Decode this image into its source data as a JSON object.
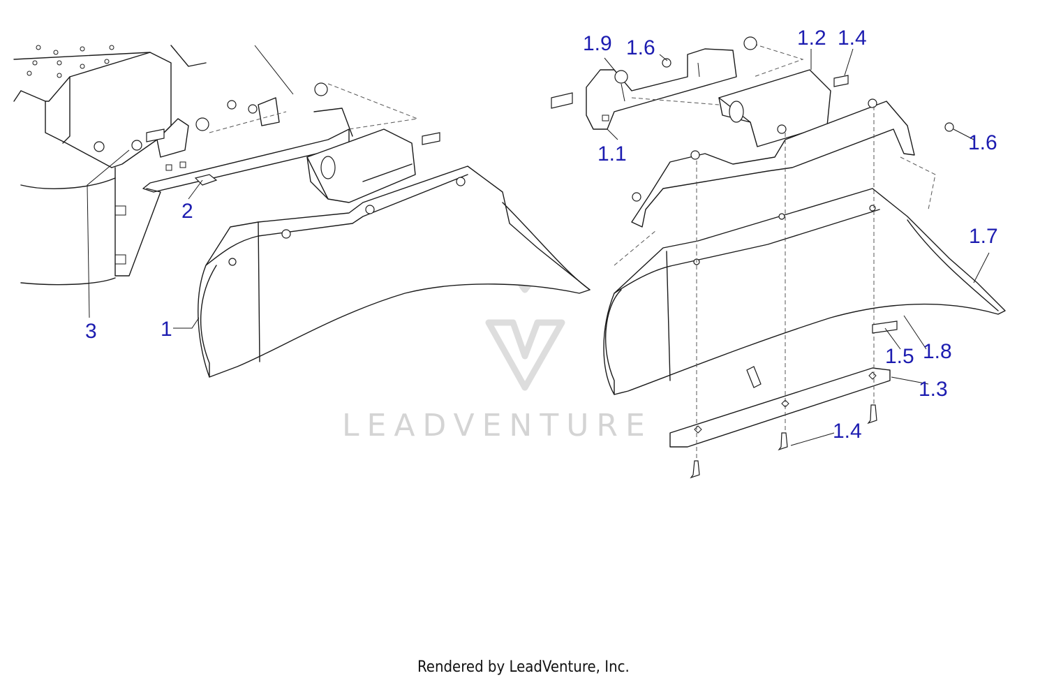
{
  "watermark": {
    "text": "LEADVENTURE"
  },
  "footer": {
    "text": "Rendered by LeadVenture, Inc."
  },
  "callouts": {
    "c_1_9": "1.9",
    "c_1_6_top": "1.6",
    "c_1_2": "1.2",
    "c_1_4_top": "1.4",
    "c_1_1": "1.1",
    "c_1_6_right": "1.6",
    "c_1_7": "1.7",
    "c_1_5": "1.5",
    "c_1_8": "1.8",
    "c_1_3": "1.3",
    "c_1_4_bottom": "1.4",
    "c_1": "1",
    "c_2": "2",
    "c_3": "3"
  },
  "colors": {
    "callout": "#1c1cb0",
    "line": "#1a1a1a",
    "watermark": "#d4d4d4"
  }
}
